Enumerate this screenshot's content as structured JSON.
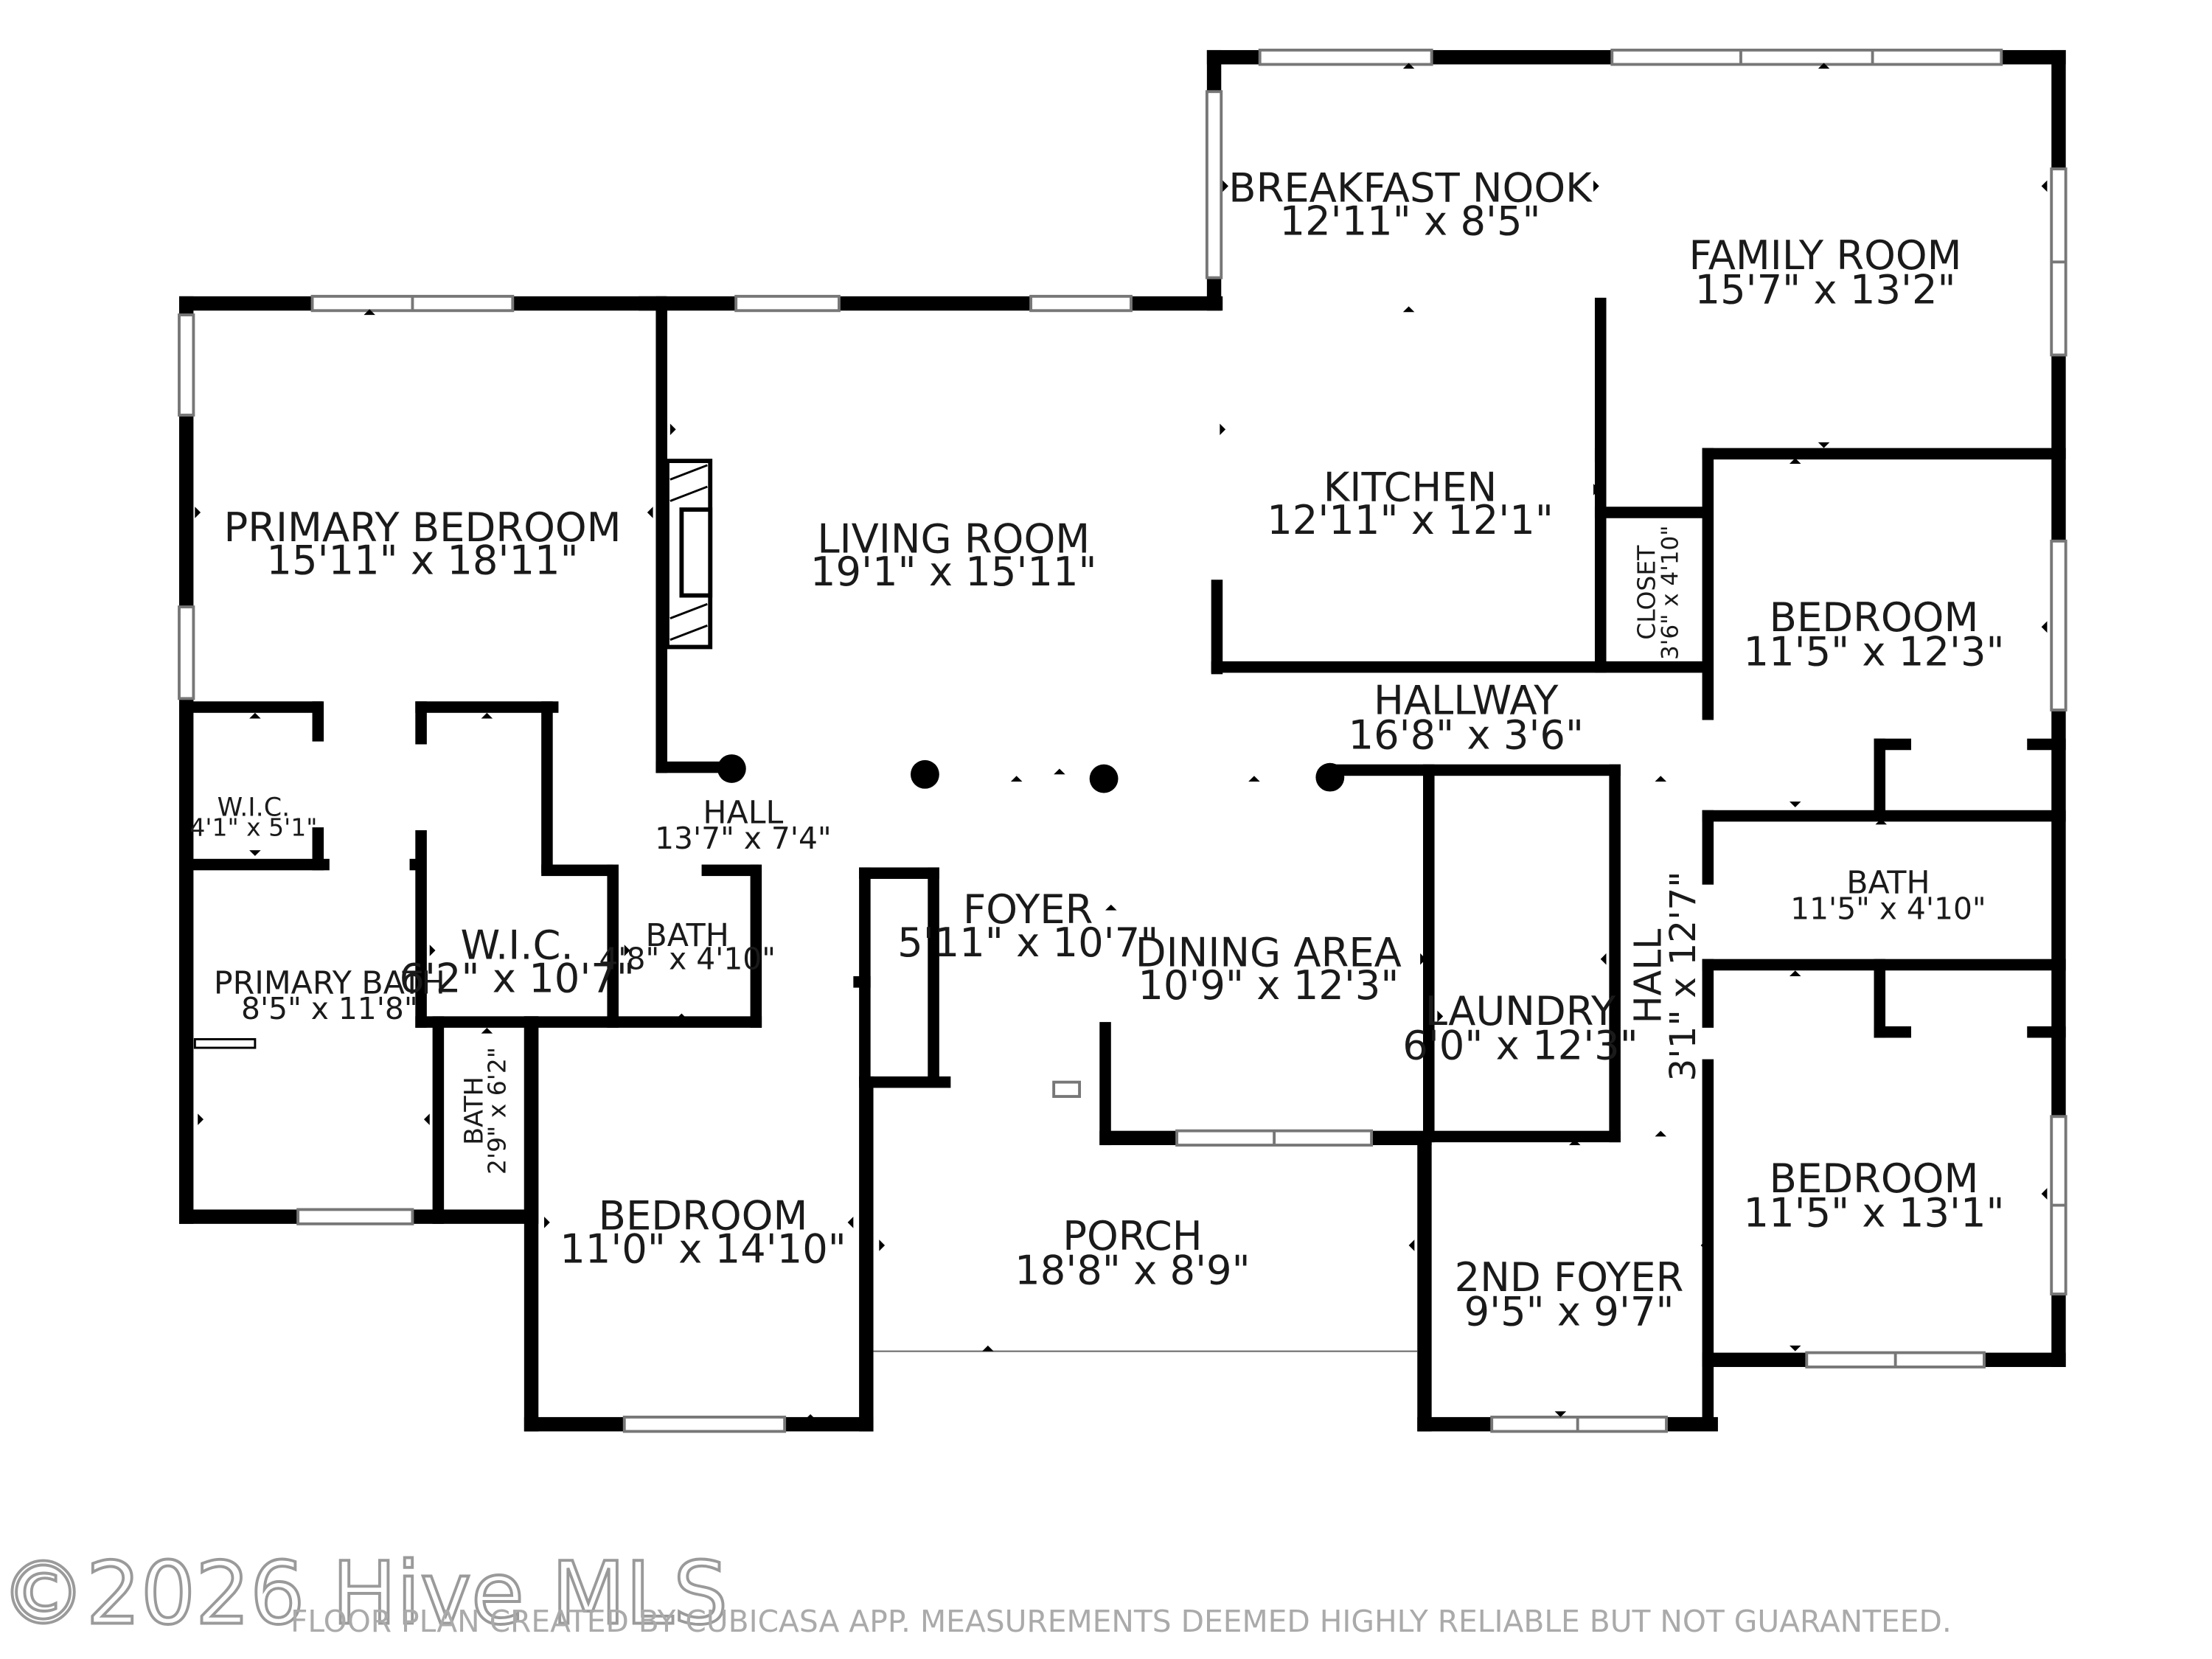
{
  "rooms": {
    "breakfast_nook": {
      "name": "BREAKFAST NOOK",
      "dims": "12'11\" x 8'5\""
    },
    "family_room": {
      "name": "FAMILY ROOM",
      "dims": "15'7\" x 13'2\""
    },
    "primary_bedroom": {
      "name": "PRIMARY BEDROOM",
      "dims": "15'11\" x 18'11\""
    },
    "living_room": {
      "name": "LIVING ROOM",
      "dims": "19'1\" x 15'11\""
    },
    "kitchen": {
      "name": "KITCHEN",
      "dims": "12'11\" x 12'1\""
    },
    "closet": {
      "name": "CLOSET",
      "dims": "3'6\" x 4'10\""
    },
    "bedroom_ne": {
      "name": "BEDROOM",
      "dims": "11'5\" x 12'3\""
    },
    "hallway": {
      "name": "HALLWAY",
      "dims": "16'8\" x 3'6\""
    },
    "wic_small": {
      "name": "W.I.C.",
      "dims": "4'1\" x 5'1\""
    },
    "hall_west": {
      "name": "HALL",
      "dims": "13'7\" x 7'4\""
    },
    "bath_east": {
      "name": "BATH",
      "dims": "11'5\" x 4'10\""
    },
    "foyer": {
      "name": "FOYER",
      "dims": "5'11\" x 10'7\""
    },
    "dining_area": {
      "name": "DINING AREA",
      "dims": "10'9\" x 12'3\""
    },
    "wic": {
      "name": "W.I.C.",
      "dims": "6'2\" x 10'7\""
    },
    "bath_mid": {
      "name": "BATH",
      "dims": "4'8\" x 4'10\""
    },
    "primary_bath": {
      "name": "PRIMARY BATH",
      "dims": "8'5\" x 11'8\""
    },
    "hall_east": {
      "name": "HALL",
      "dims": "3'1\" x 12'7\""
    },
    "laundry": {
      "name": "LAUNDRY",
      "dims": "6'0\" x 12'3\""
    },
    "bath_small": {
      "name": "BATH",
      "dims": "2'9\" x 6'2\""
    },
    "bedroom_se": {
      "name": "BEDROOM",
      "dims": "11'5\" x 13'1\""
    },
    "bedroom_s": {
      "name": "BEDROOM",
      "dims": "11'0\" x 14'10\""
    },
    "porch": {
      "name": "PORCH",
      "dims": "18'8\" x 8'9\""
    },
    "second_foyer": {
      "name": "2ND FOYER",
      "dims": "9'5\" x 9'7\""
    }
  },
  "watermark": "©2026 Hive MLS",
  "disclaimer": "FLOOR PLAN CREATED BY CUBICASA APP. MEASUREMENTS DEEMED HIGHLY RELIABLE BUT NOT GUARANTEED."
}
